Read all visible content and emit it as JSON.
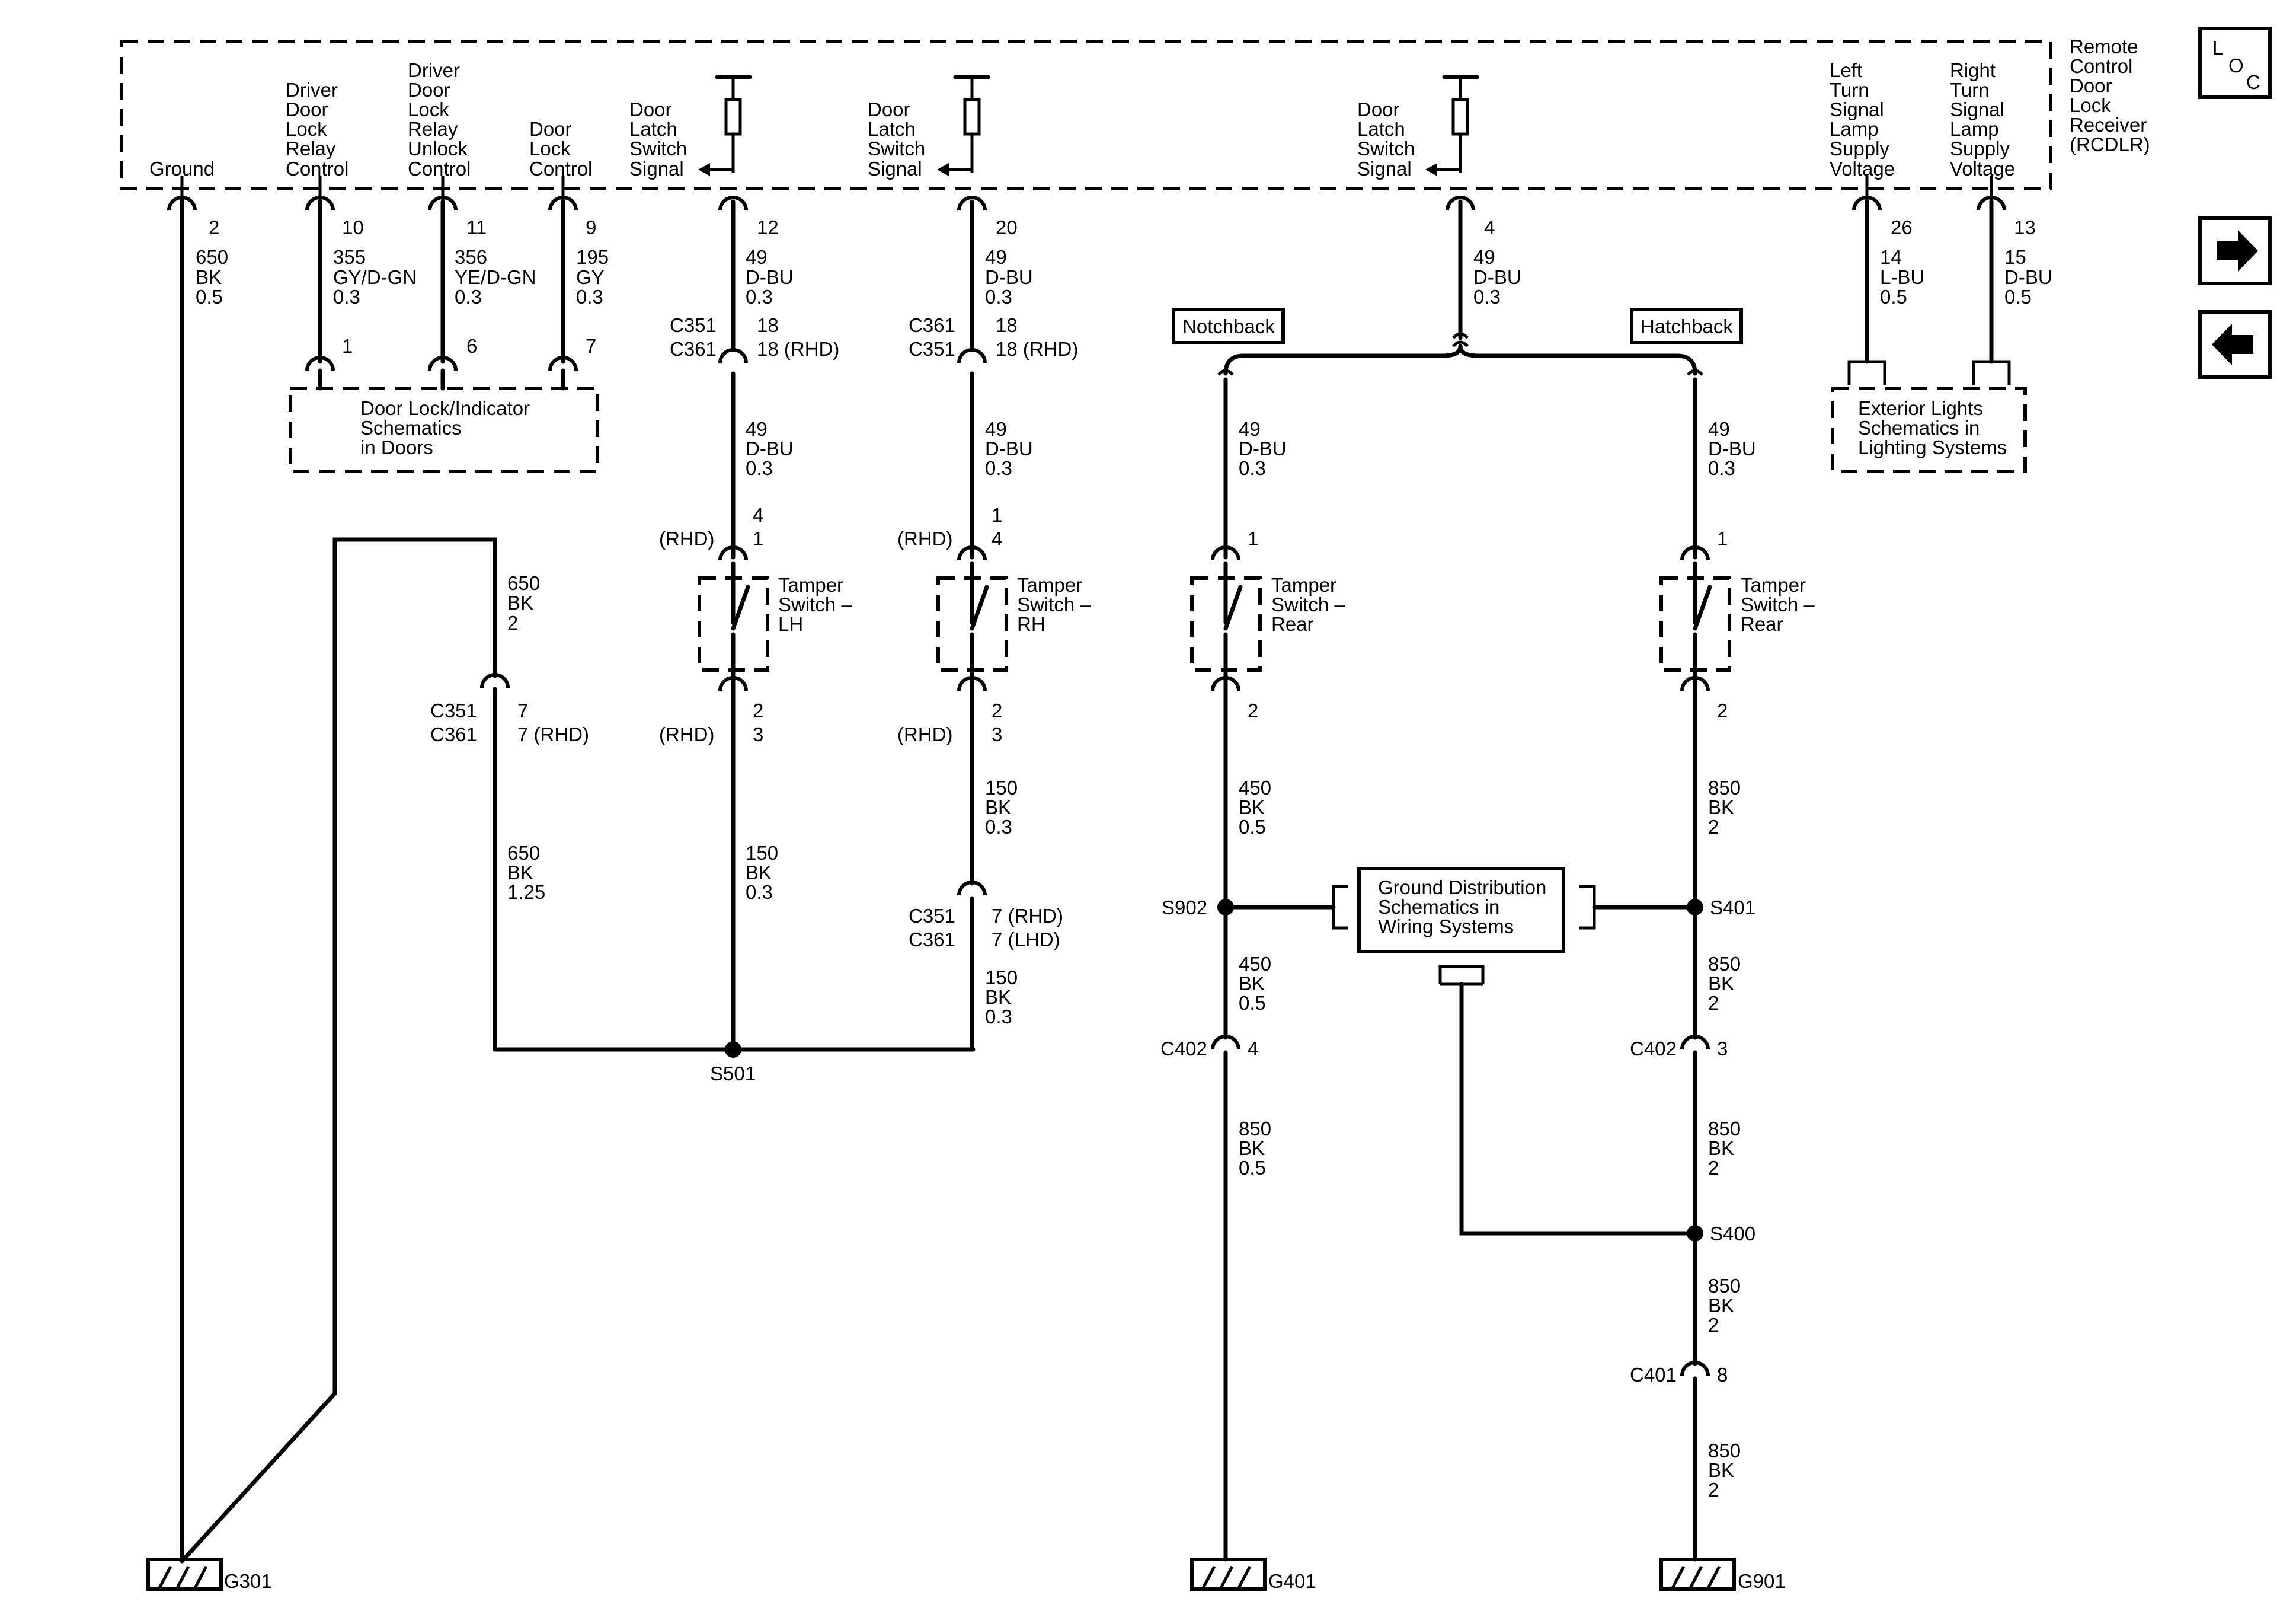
{
  "module": {
    "name_lines": [
      "Remote",
      "Control",
      "Door",
      "Lock",
      "Receiver",
      "(RCDLR)"
    ],
    "pins": {
      "ground": [
        "Ground"
      ],
      "relay_control": [
        "Driver",
        "Door",
        "Lock",
        "Relay",
        "Control"
      ],
      "relay_unlock": [
        "Driver",
        "Door",
        "Lock",
        "Relay",
        "Unlock",
        "Control"
      ],
      "lock_control": [
        "Door",
        "Lock",
        "Control"
      ],
      "latch_lh": [
        "Door",
        "Latch",
        "Switch",
        "Signal"
      ],
      "latch_rh": [
        "Door",
        "Latch",
        "Switch",
        "Signal"
      ],
      "latch_rear": [
        "Door",
        "Latch",
        "Switch",
        "Signal"
      ],
      "left_turn": [
        "Left",
        "Turn",
        "Signal",
        "Lamp",
        "Supply",
        "Voltage"
      ],
      "right_turn": [
        "Right",
        "Turn",
        "Signal",
        "Lamp",
        "Supply",
        "Voltage"
      ]
    }
  },
  "nav": {
    "loc": [
      "L",
      "O",
      "C"
    ],
    "forward_icon": "arrow-right-icon",
    "back_icon": "arrow-left-icon"
  },
  "pin_numbers": {
    "ground": "2",
    "relay_control": "10",
    "relay_unlock": "11",
    "lock_control": "9",
    "latch_lh": "12",
    "latch_rh": "20",
    "latch_rear": "4",
    "left_turn": "26",
    "right_turn": "13"
  },
  "wires": {
    "ground": [
      "650",
      "BK",
      "0.5"
    ],
    "relay_control": [
      "355",
      "GY/D-GN",
      "0.3"
    ],
    "relay_unlock": [
      "356",
      "YE/D-GN",
      "0.3"
    ],
    "lock_control": [
      "195",
      "GY",
      "0.3"
    ],
    "latch_lh_top": [
      "49",
      "D-BU",
      "0.3"
    ],
    "latch_rh_top": [
      "49",
      "D-BU",
      "0.3"
    ],
    "latch_rear_top": [
      "49",
      "D-BU",
      "0.3"
    ],
    "left_turn": [
      "14",
      "L-BU",
      "0.5"
    ],
    "right_turn": [
      "15",
      "D-BU",
      "0.5"
    ],
    "latch_lh_mid": [
      "49",
      "D-BU",
      "0.3"
    ],
    "latch_rh_mid": [
      "49",
      "D-BU",
      "0.3"
    ],
    "notch_top": [
      "49",
      "D-BU",
      "0.3"
    ],
    "hatch_top": [
      "49",
      "D-BU",
      "0.3"
    ],
    "ground_loop_top": [
      "650",
      "BK",
      "2"
    ],
    "ground_loop_bottom": [
      "650",
      "BK",
      "1.25"
    ],
    "tamper_lh_out": [
      "150",
      "BK",
      "0.3"
    ],
    "tamper_rh_out": [
      "150",
      "BK",
      "0.3"
    ],
    "tamper_rh_bottom": [
      "150",
      "BK",
      "0.3"
    ],
    "notch_mid": [
      "450",
      "BK",
      "0.5"
    ],
    "notch_lower": [
      "450",
      "BK",
      "0.5"
    ],
    "notch_bottom": [
      "850",
      "BK",
      "0.5"
    ],
    "hatch_mid": [
      "850",
      "BK",
      "2"
    ],
    "hatch_lower": [
      "850",
      "BK",
      "2"
    ],
    "hatch_c402": [
      "850",
      "BK",
      "2"
    ],
    "hatch_s400": [
      "850",
      "BK",
      "2"
    ],
    "hatch_bottom": [
      "850",
      "BK",
      "2"
    ]
  },
  "connectors": {
    "lh_c351": "C351",
    "lh_c361": "C361",
    "lh_pin": "18",
    "lh_pin_rhd": "18 (RHD)",
    "rh_c361": "C361",
    "rh_c351": "C351",
    "rh_pin": "18",
    "rh_pin_rhd": "18 (RHD)",
    "gnd_c351": "C351",
    "gnd_c361": "C361",
    "gnd_pin": "7",
    "gnd_pin_rhd": "7 (RHD)",
    "rh_low_c351": "C351",
    "rh_low_c361": "C361",
    "rh_low_pin_rhd": "7 (RHD)",
    "rh_low_pin_lhd": "7 (LHD)",
    "notch_c402": "C402",
    "notch_c402_pin": "4",
    "hatch_c402": "C402",
    "hatch_c402_pin": "3",
    "hatch_c401": "C401",
    "hatch_c401_pin": "8"
  },
  "door_lock_refs": {
    "pins": [
      "1",
      "6",
      "7"
    ]
  },
  "tamper": {
    "lh": {
      "label": [
        "Tamper",
        "Switch –",
        "LH"
      ],
      "top_a": "4",
      "top_b": "1",
      "rhd": "(RHD)",
      "bot_a": "2",
      "bot_b": "3",
      "bot_rhd": "(RHD)"
    },
    "rh": {
      "label": [
        "Tamper",
        "Switch –",
        "RH"
      ],
      "top_a": "1",
      "top_b": "4",
      "rhd": "(RHD)",
      "bot_a": "2",
      "bot_b": "3",
      "bot_rhd": "(RHD)"
    },
    "notch": {
      "label": [
        "Tamper",
        "Switch –",
        "Rear"
      ],
      "top": "1",
      "bot": "2"
    },
    "hatch": {
      "label": [
        "Tamper",
        "Switch –",
        "Rear"
      ],
      "top": "1",
      "bot": "2"
    }
  },
  "options": {
    "notchback": "Notchback",
    "hatchback": "Hatchback"
  },
  "references": {
    "door_lock": [
      "Door Lock/Indicator",
      "Schematics",
      "in Doors"
    ],
    "exterior_lights": [
      "Exterior Lights",
      "Schematics in",
      "Lighting Systems"
    ],
    "ground_distribution": [
      "Ground Distribution",
      "Schematics in",
      "Wiring Systems"
    ]
  },
  "splices": {
    "s501": "S501",
    "s902": "S902",
    "s401": "S401",
    "s400": "S400"
  },
  "grounds": {
    "g301": "G301",
    "g401": "G401",
    "g901": "G901"
  }
}
